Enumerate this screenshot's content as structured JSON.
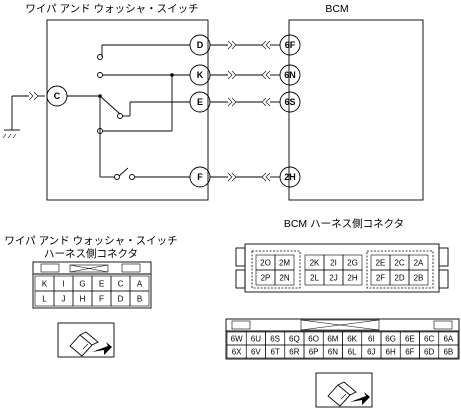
{
  "labels": {
    "switch_title": "ワイパ アンド ウォッシャ・スイッチ",
    "bcm_title": "BCM",
    "switch_connector_title_line1": "ワイパ アンド ウォッシャ・スイッチ",
    "switch_connector_title_line2": "ハーネス側コネクタ",
    "bcm_connector_title": "BCM ハーネス側コネクタ"
  },
  "switch_terminals": {
    "common": "C",
    "d": "D",
    "k": "K",
    "e": "E",
    "f": "F"
  },
  "bcm_terminals": [
    "6F",
    "6N",
    "6S",
    "2H"
  ],
  "switch_connector": {
    "row1": [
      "K",
      "I",
      "G",
      "E",
      "C",
      "A"
    ],
    "row2": [
      "L",
      "J",
      "H",
      "F",
      "D",
      "B"
    ]
  },
  "bcm_upper_connector": {
    "left_block": [
      [
        "2O",
        "2M"
      ],
      [
        "2P",
        "2N"
      ]
    ],
    "center_block": [
      [
        "2K",
        "2I",
        "2G"
      ],
      [
        "2L",
        "2J",
        "2H"
      ]
    ],
    "right_block": [
      [
        "2E",
        "2C",
        "2A"
      ],
      [
        "2F",
        "2D",
        "2B"
      ]
    ]
  },
  "bcm_lower_connector": {
    "row1": [
      "6W",
      "6U",
      "6S",
      "6Q",
      "6O",
      "6M",
      "6K",
      "6I",
      "6G",
      "6E",
      "6C",
      "6A"
    ],
    "row2": [
      "6X",
      "6V",
      "6T",
      "6R",
      "6P",
      "6N",
      "6L",
      "6J",
      "6H",
      "6F",
      "6D",
      "6B"
    ]
  }
}
